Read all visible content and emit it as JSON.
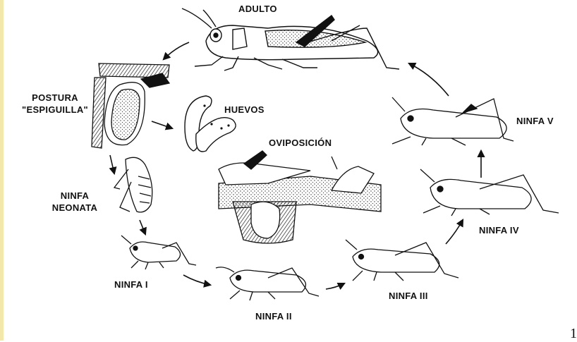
{
  "labels": {
    "adulto": "ADULTO",
    "postura_1": "POSTURA",
    "postura_2": "\"ESPIGUILLA\"",
    "huevos": "HUEVOS",
    "oviposicion": "OVIPOSICIÓN",
    "ninfa_neonata_1": "NINFA",
    "ninfa_neonata_2": "NEONATA",
    "ninfa_i": "NINFA I",
    "ninfa_ii": "NINFA II",
    "ninfa_iii": "NINFA III",
    "ninfa_iv": "NINFA IV",
    "ninfa_v": "NINFA V"
  },
  "page_number": "1",
  "colors": {
    "ink": "#111111",
    "background": "#ffffff",
    "edge_strip": "#f3e7a9"
  }
}
